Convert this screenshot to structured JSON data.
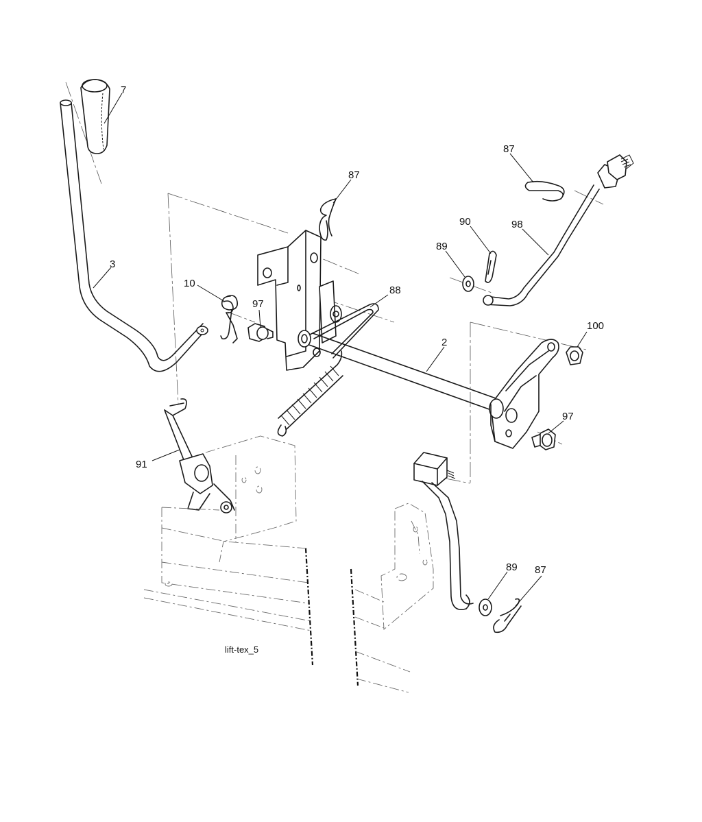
{
  "caption": "lift-tex_5",
  "callouts": [
    {
      "id": "c7",
      "label": "7"
    },
    {
      "id": "c3",
      "label": "3"
    },
    {
      "id": "c87a",
      "label": "87"
    },
    {
      "id": "c87b",
      "label": "87"
    },
    {
      "id": "c87c",
      "label": "87"
    },
    {
      "id": "c90",
      "label": "90"
    },
    {
      "id": "c98",
      "label": "98"
    },
    {
      "id": "c89a",
      "label": "89"
    },
    {
      "id": "c89b",
      "label": "89"
    },
    {
      "id": "c10",
      "label": "10"
    },
    {
      "id": "c97a",
      "label": "97"
    },
    {
      "id": "c97b",
      "label": "97"
    },
    {
      "id": "c88",
      "label": "88"
    },
    {
      "id": "c100",
      "label": "100"
    },
    {
      "id": "c2",
      "label": "2"
    },
    {
      "id": "c91",
      "label": "91"
    }
  ]
}
